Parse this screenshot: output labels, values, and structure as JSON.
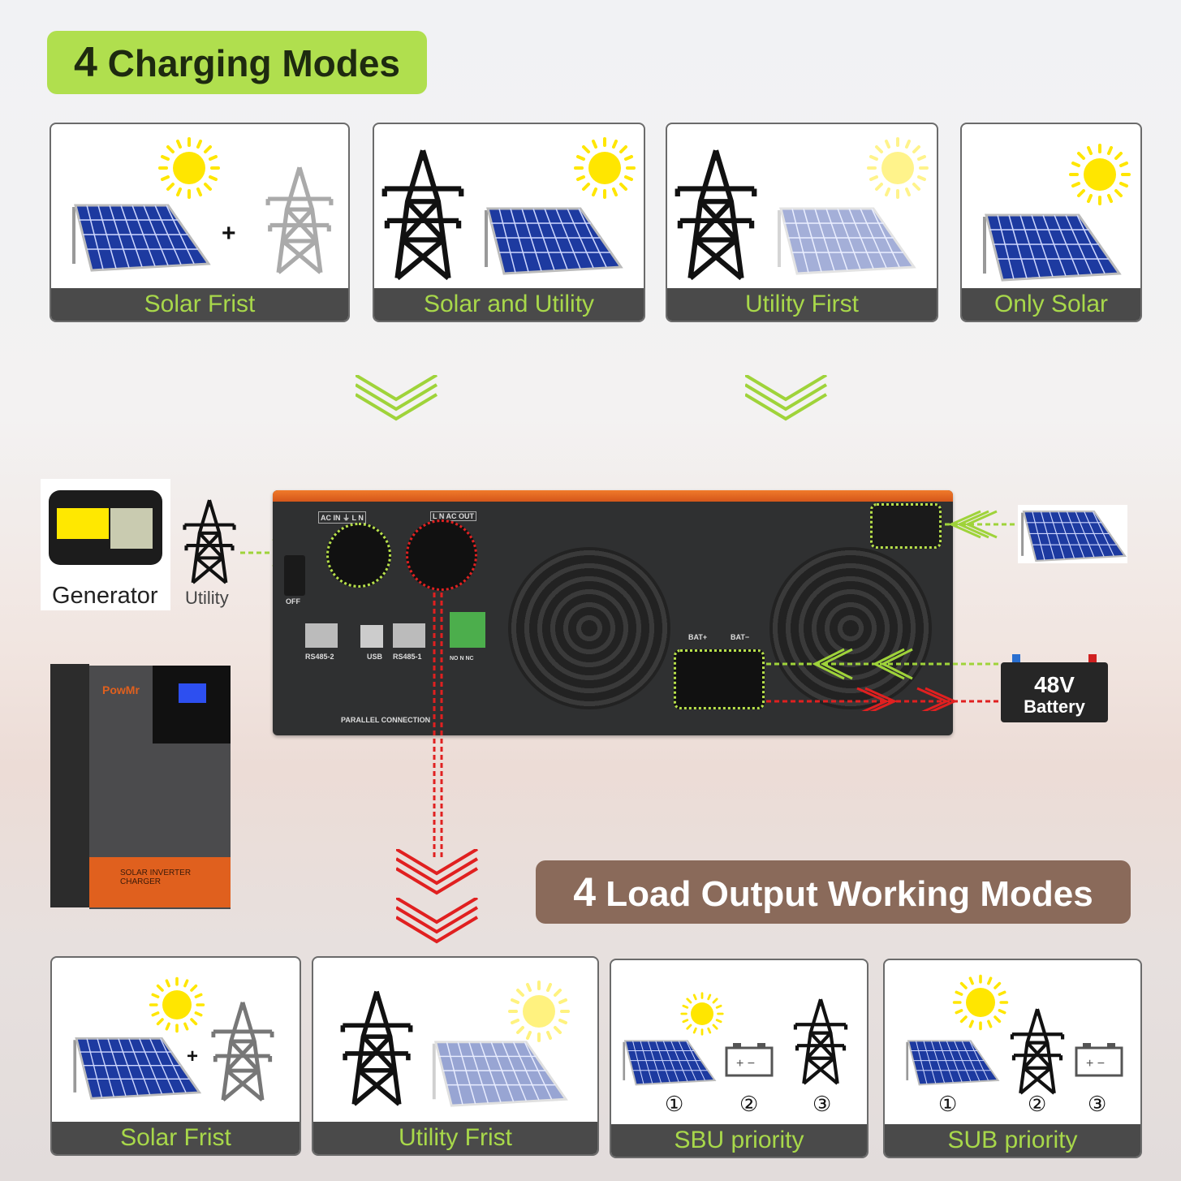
{
  "header": {
    "number": "4",
    "title": "Charging Modes",
    "color": "#b0df4e"
  },
  "charging_modes": [
    {
      "label": "Solar Frist",
      "icons": [
        "sun-icon",
        "solar-panel-icon",
        "plus-icon",
        "power-tower-icon"
      ]
    },
    {
      "label": "Solar and Utility",
      "icons": [
        "power-tower-icon",
        "sun-icon",
        "solar-panel-icon"
      ]
    },
    {
      "label": "Utility First",
      "icons": [
        "power-tower-icon",
        "sun-icon",
        "solar-panel-icon"
      ]
    },
    {
      "label": "Only Solar",
      "icons": [
        "sun-icon",
        "solar-panel-icon"
      ]
    }
  ],
  "inputs": {
    "generator_label": "Generator",
    "utility_label": "Utility"
  },
  "inverter_panel": {
    "ac_in_label": "AC IN ⏚ L N",
    "ac_out_label": "L N AC OUT",
    "switch_label": "OFF",
    "ports": [
      "RS485-2",
      "USB",
      "RS485-1"
    ],
    "relay_label": "NO N NC",
    "parallel_label": "PARALLEL CONNECTION",
    "bat_pos": "BAT+",
    "bat_neg": "BAT−"
  },
  "battery": {
    "voltage": "48V",
    "label": "Battery"
  },
  "product": {
    "brand": "PowMr",
    "model_label": "SOLAR INVERTER CHARGER"
  },
  "footer_header": {
    "number": "4",
    "title": "Load Output Working Modes",
    "color": "#8a6a5a"
  },
  "output_modes": [
    {
      "label": "Solar Frist"
    },
    {
      "label": "Utility Frist"
    },
    {
      "label": "SBU priority",
      "order": [
        "①",
        "②",
        "③"
      ]
    },
    {
      "label": "SUB priority",
      "order": [
        "①",
        "②",
        "③"
      ]
    }
  ],
  "colors": {
    "label_text": "#a8d84a",
    "label_bg": "#4a4a4a",
    "charge_arrow": "#9fd33a",
    "output_arrow": "#e02020"
  }
}
